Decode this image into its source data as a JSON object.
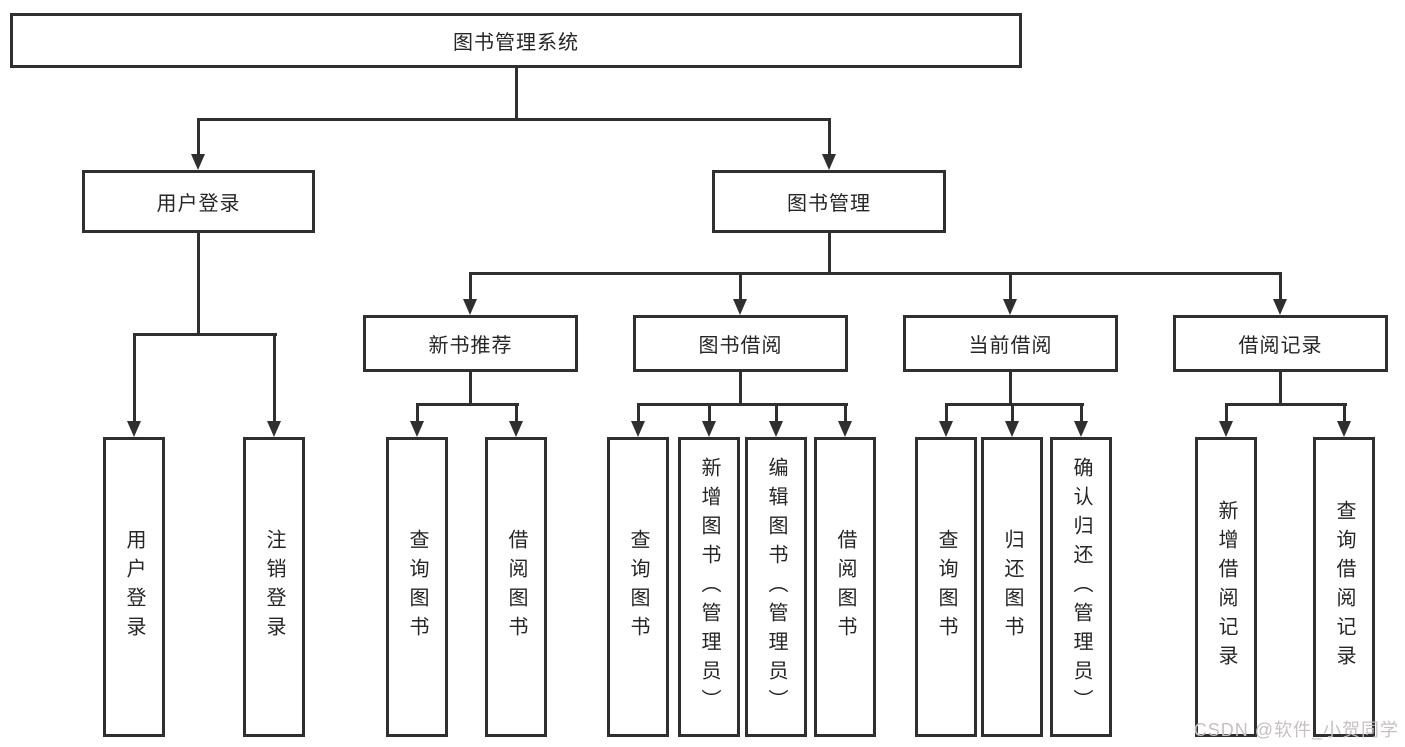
{
  "diagram": {
    "root": {
      "label": "图书管理系统"
    },
    "level2": [
      {
        "label": "用户登录"
      },
      {
        "label": "图书管理"
      }
    ],
    "level3": [
      {
        "label": "新书推荐"
      },
      {
        "label": "图书借阅"
      },
      {
        "label": "当前借阅"
      },
      {
        "label": "借阅记录"
      }
    ],
    "leaves": [
      {
        "label": "用户登录"
      },
      {
        "label": "注销登录"
      },
      {
        "label": "查询图书"
      },
      {
        "label": "借阅图书"
      },
      {
        "label": "查询图书"
      },
      {
        "label": "新增图书（管理员）"
      },
      {
        "label": "编辑图书（管理员）"
      },
      {
        "label": "借阅图书"
      },
      {
        "label": "查询图书"
      },
      {
        "label": "归还图书"
      },
      {
        "label": "确认归还（管理员）"
      },
      {
        "label": "新增借阅记录"
      },
      {
        "label": "查询借阅记录"
      }
    ]
  },
  "watermark": {
    "text": "CSDN @软件_小贺同学"
  },
  "colors": {
    "line": "#2f2f2f",
    "border": "#2f2f2f",
    "text": "#262626",
    "background": "#ffffff",
    "watermark": "#c6c0c0"
  }
}
